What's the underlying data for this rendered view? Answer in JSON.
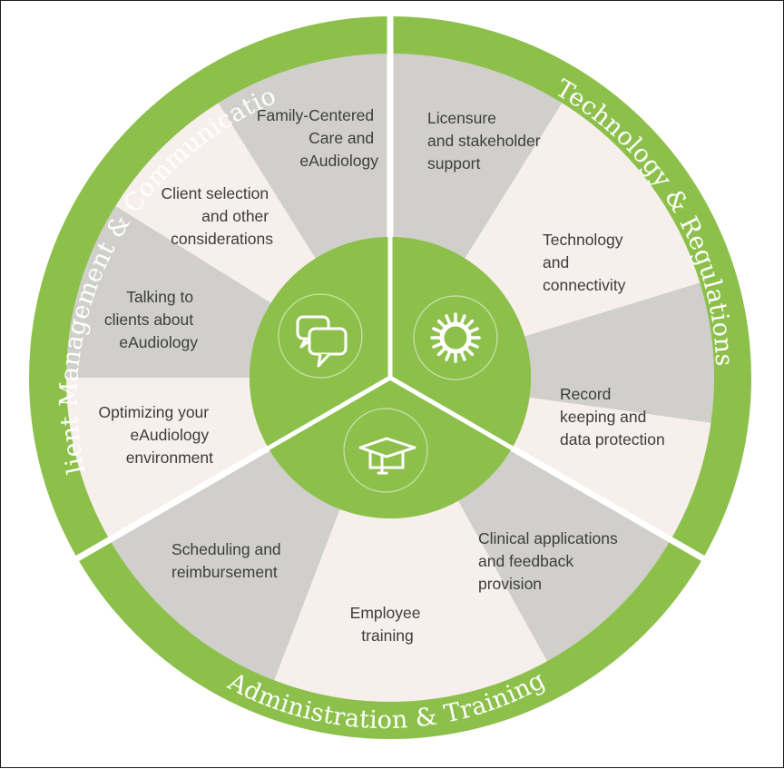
{
  "colors": {
    "green": "#8dc04b",
    "grey": "#d0cfcb",
    "pink": "#f6efec",
    "white": "#ffffff",
    "text": "#3d3d3d"
  },
  "sections": [
    {
      "title": "Client Management & Communication",
      "icon": "chat-bubbles-icon",
      "items": [
        {
          "lines": [
            "Family-Centered",
            "Care and",
            "eAudiology"
          ]
        },
        {
          "lines": [
            "Client selection",
            "and other",
            "considerations"
          ]
        },
        {
          "lines": [
            "Talking to",
            "clients about",
            "eAudiology"
          ]
        },
        {
          "lines": [
            "Optimizing your",
            "eAudiology",
            "environment"
          ]
        }
      ]
    },
    {
      "title": "Technology & Regulations",
      "icon": "gear-icon",
      "items": [
        {
          "lines": [
            "Licensure",
            "and stakeholder",
            "support"
          ]
        },
        {
          "lines": [
            "Technology",
            "and",
            "connectivity"
          ]
        },
        {
          "lines": [
            "Record",
            "keeping and",
            "data protection"
          ]
        }
      ]
    },
    {
      "title": "Administration & Training",
      "icon": "graduation-cap-icon",
      "items": [
        {
          "lines": [
            "Clinical applications",
            "and feedback",
            "provision"
          ]
        },
        {
          "lines": [
            "Employee",
            "training"
          ]
        },
        {
          "lines": [
            "Scheduling and",
            "reimbursement"
          ]
        }
      ]
    }
  ]
}
